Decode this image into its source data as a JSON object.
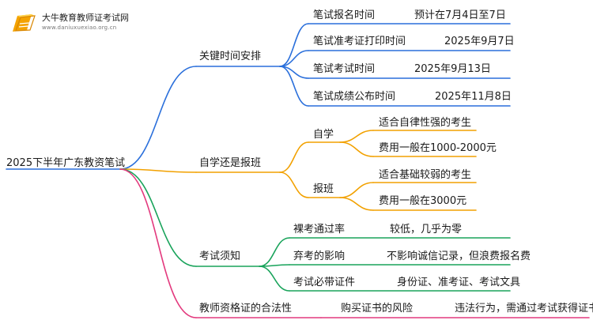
{
  "logo": {
    "name": "大牛教育教师证考试网",
    "url": "www.daniuxuexiao.org.cn"
  },
  "colors": {
    "blue": "#2a6fdb",
    "orange": "#f2a100",
    "green": "#18a35a",
    "pink": "#e33a7e"
  },
  "root": "2025下半年广东教资笔试",
  "branches": [
    {
      "label": "关键时间安排",
      "items": [
        {
          "label": "笔试报名时间",
          "value": "预计在7月4日至7日"
        },
        {
          "label": "笔试准考证打印时间",
          "value": "2025年9月7日"
        },
        {
          "label": "笔试考试时间",
          "value": "2025年9月13日"
        },
        {
          "label": "笔试成绩公布时间",
          "value": "2025年11月8日"
        }
      ]
    },
    {
      "label": "自学还是报班",
      "items": [
        {
          "label": "自学",
          "children": [
            "适合自律性强的考生",
            "费用一般在1000-2000元"
          ]
        },
        {
          "label": "报班",
          "children": [
            "适合基础较弱的考生",
            "费用一般在3000元"
          ]
        }
      ]
    },
    {
      "label": "考试须知",
      "items": [
        {
          "label": "裸考通过率",
          "value": "较低，几乎为零"
        },
        {
          "label": "弃考的影响",
          "value": "不影响诚信记录，但浪费报名费"
        },
        {
          "label": "考试必带证件",
          "value": "身份证、准考证、考试文具"
        }
      ]
    },
    {
      "label": "教师资格证的合法性",
      "items": [
        {
          "label": "购买证书的风险",
          "value": "违法行为，需通过考试获得证书"
        }
      ]
    }
  ]
}
